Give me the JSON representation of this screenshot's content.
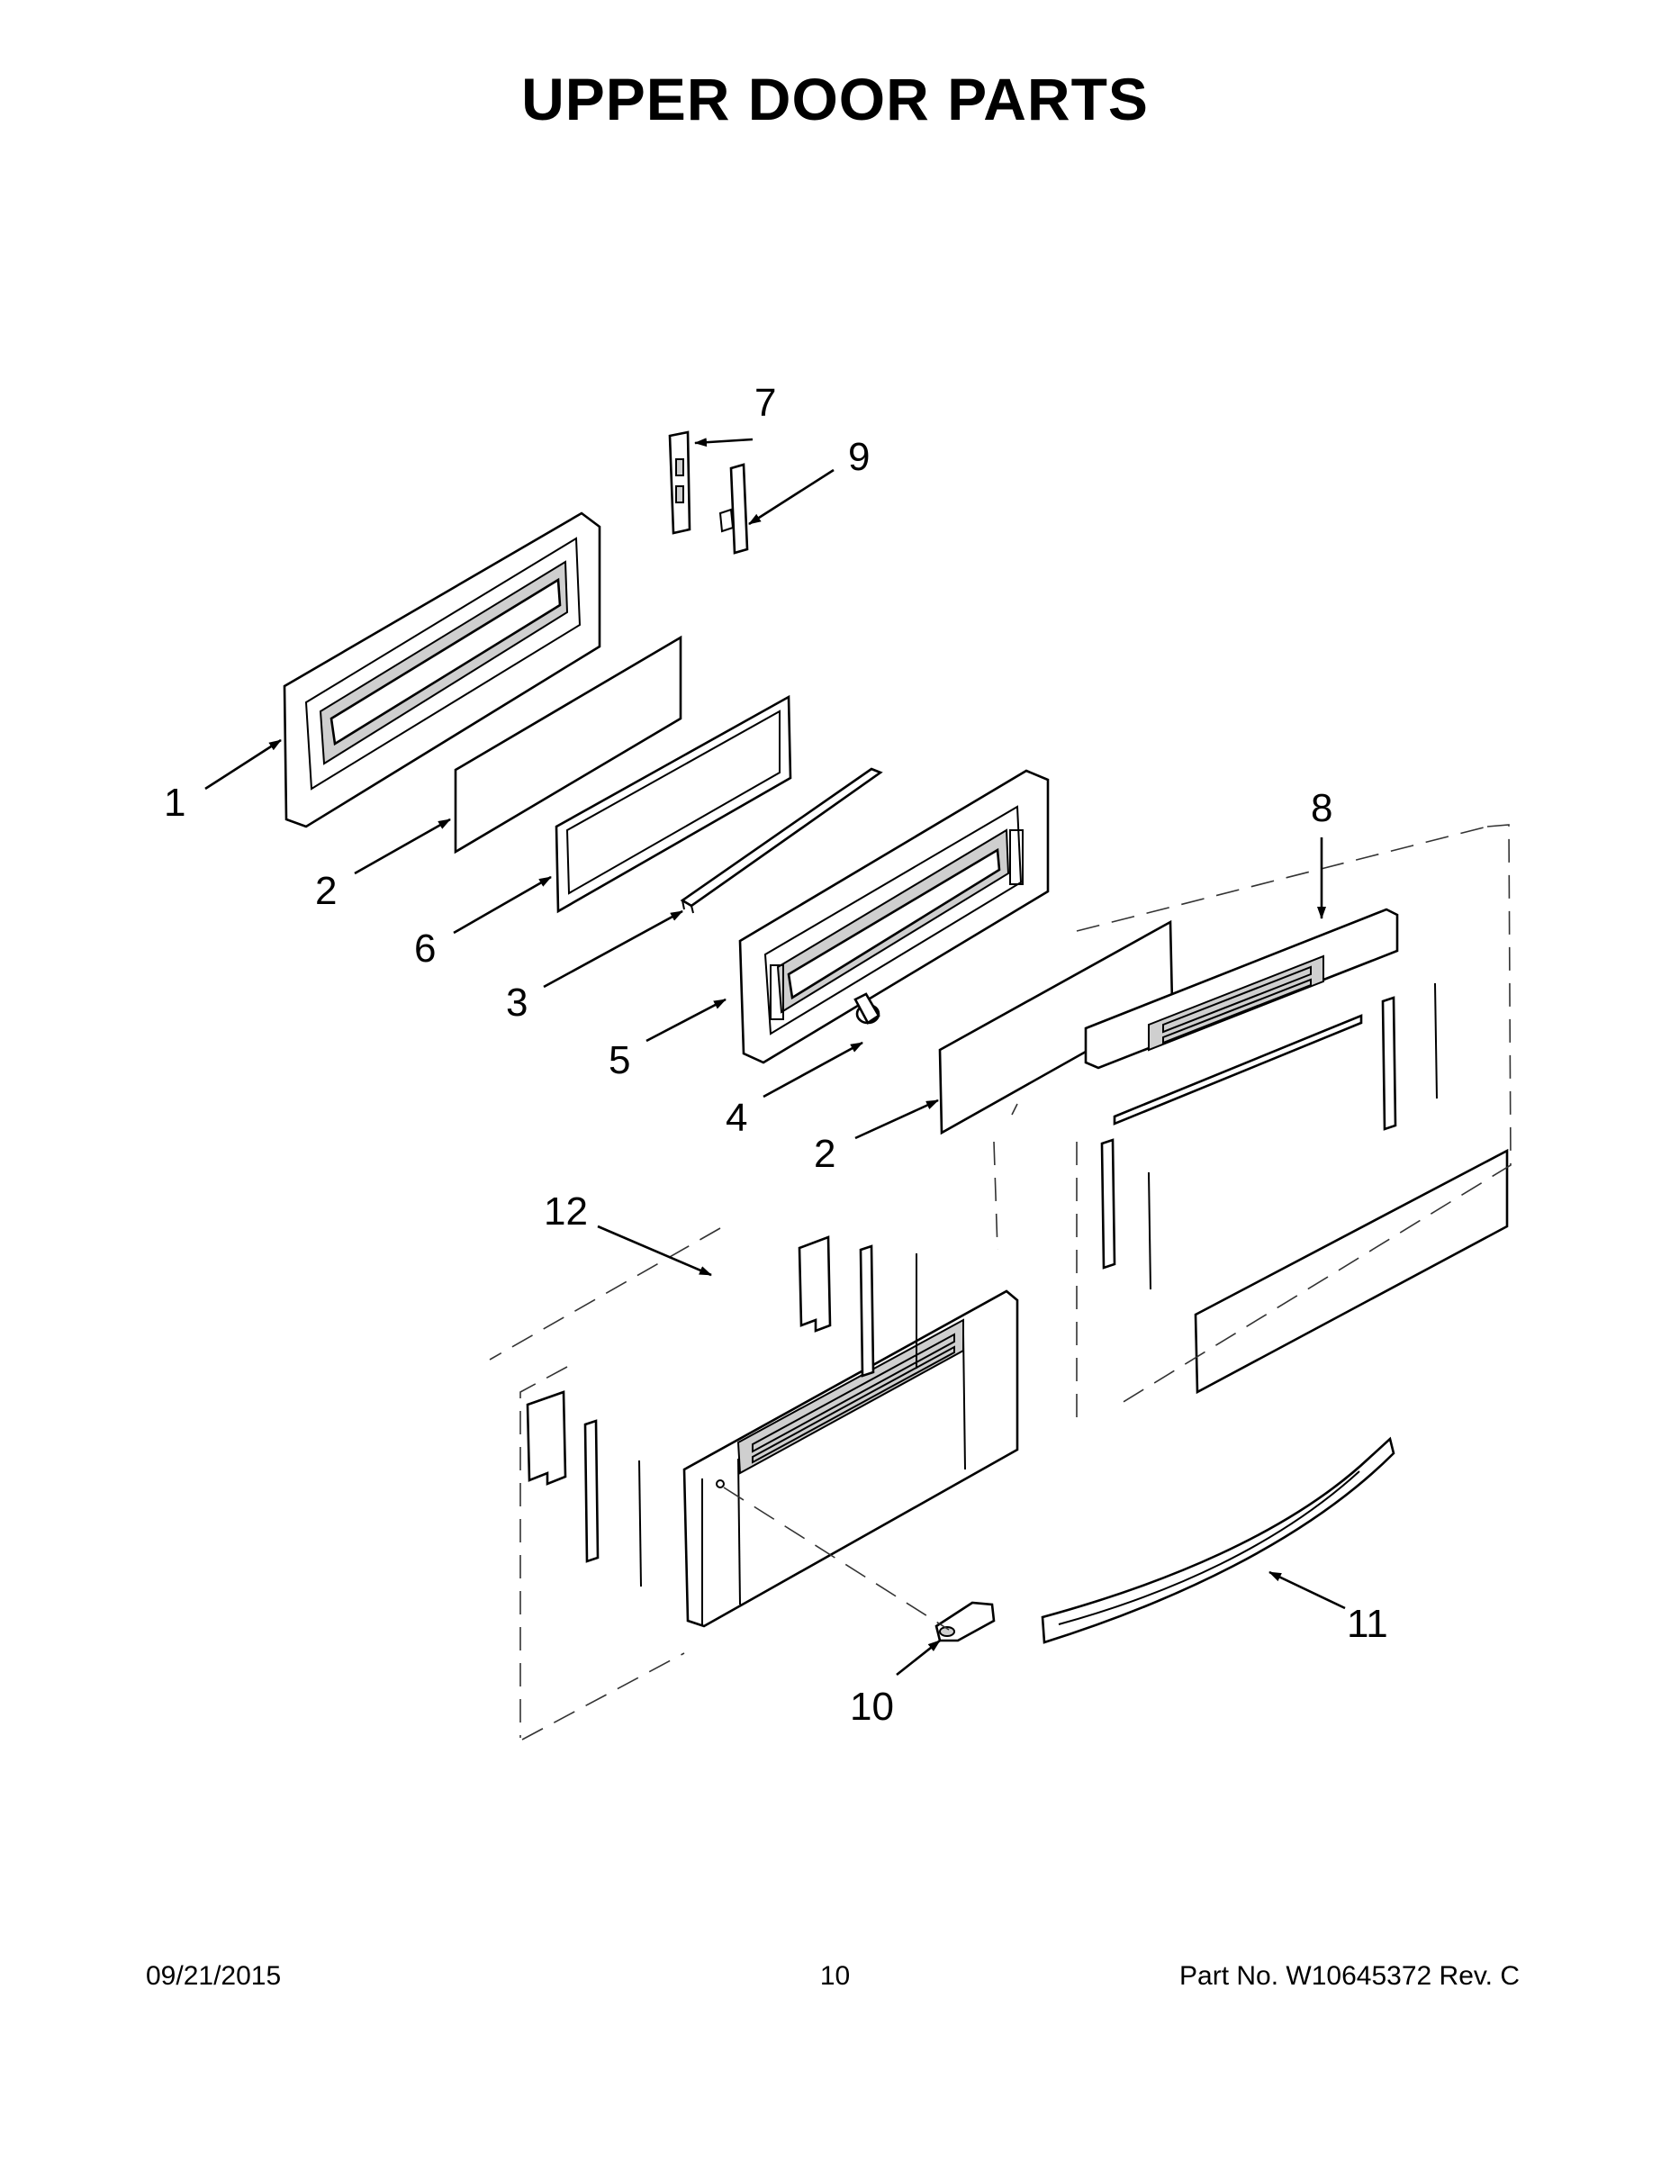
{
  "title": "UPPER DOOR PARTS",
  "callouts": {
    "c1": "1",
    "c2a": "2",
    "c6": "6",
    "c3": "3",
    "c5": "5",
    "c4": "4",
    "c2b": "2",
    "c7": "7",
    "c9": "9",
    "c8": "8",
    "c12": "12",
    "c10": "10",
    "c11": "11"
  },
  "footer": {
    "date": "09/21/2015",
    "page": "10",
    "part_number": "Part No.  W10645372  Rev.  C"
  }
}
